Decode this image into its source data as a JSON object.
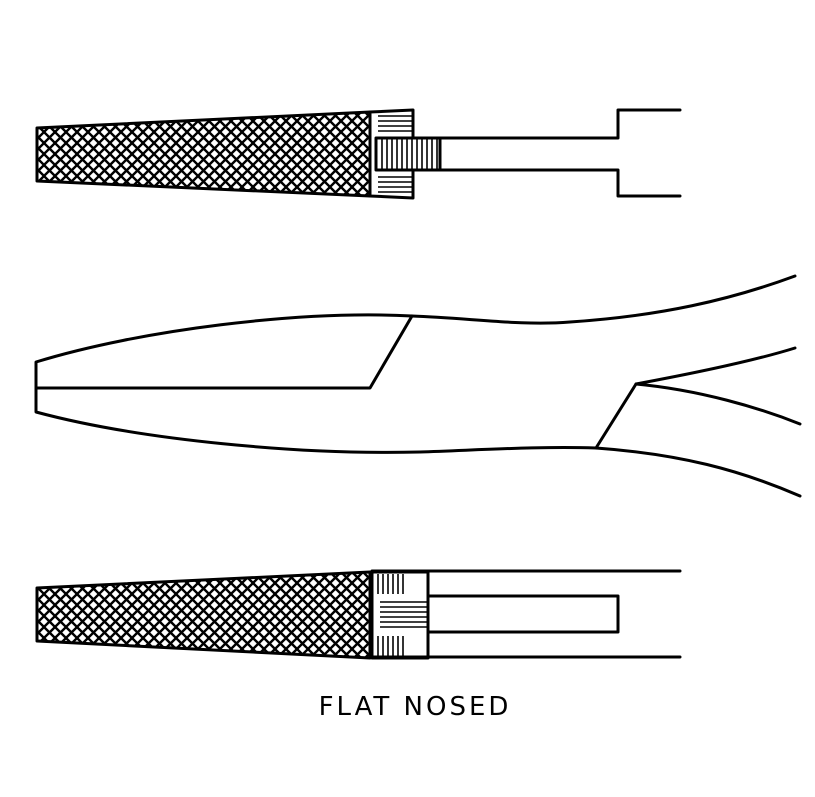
{
  "caption": "FLAT NOSED",
  "colors": {
    "ink": "#000000",
    "paper": "#ffffff"
  },
  "views": [
    {
      "name": "top-view",
      "parts": [
        "knurled-handle",
        "threaded-collar",
        "shaft",
        "flat-jaw-tip"
      ]
    },
    {
      "name": "side-view",
      "parts": [
        "upper-jaw",
        "lower-jaw",
        "handles"
      ]
    },
    {
      "name": "bottom-view",
      "parts": [
        "knurled-handle",
        "threaded-collar",
        "shaft"
      ]
    }
  ]
}
